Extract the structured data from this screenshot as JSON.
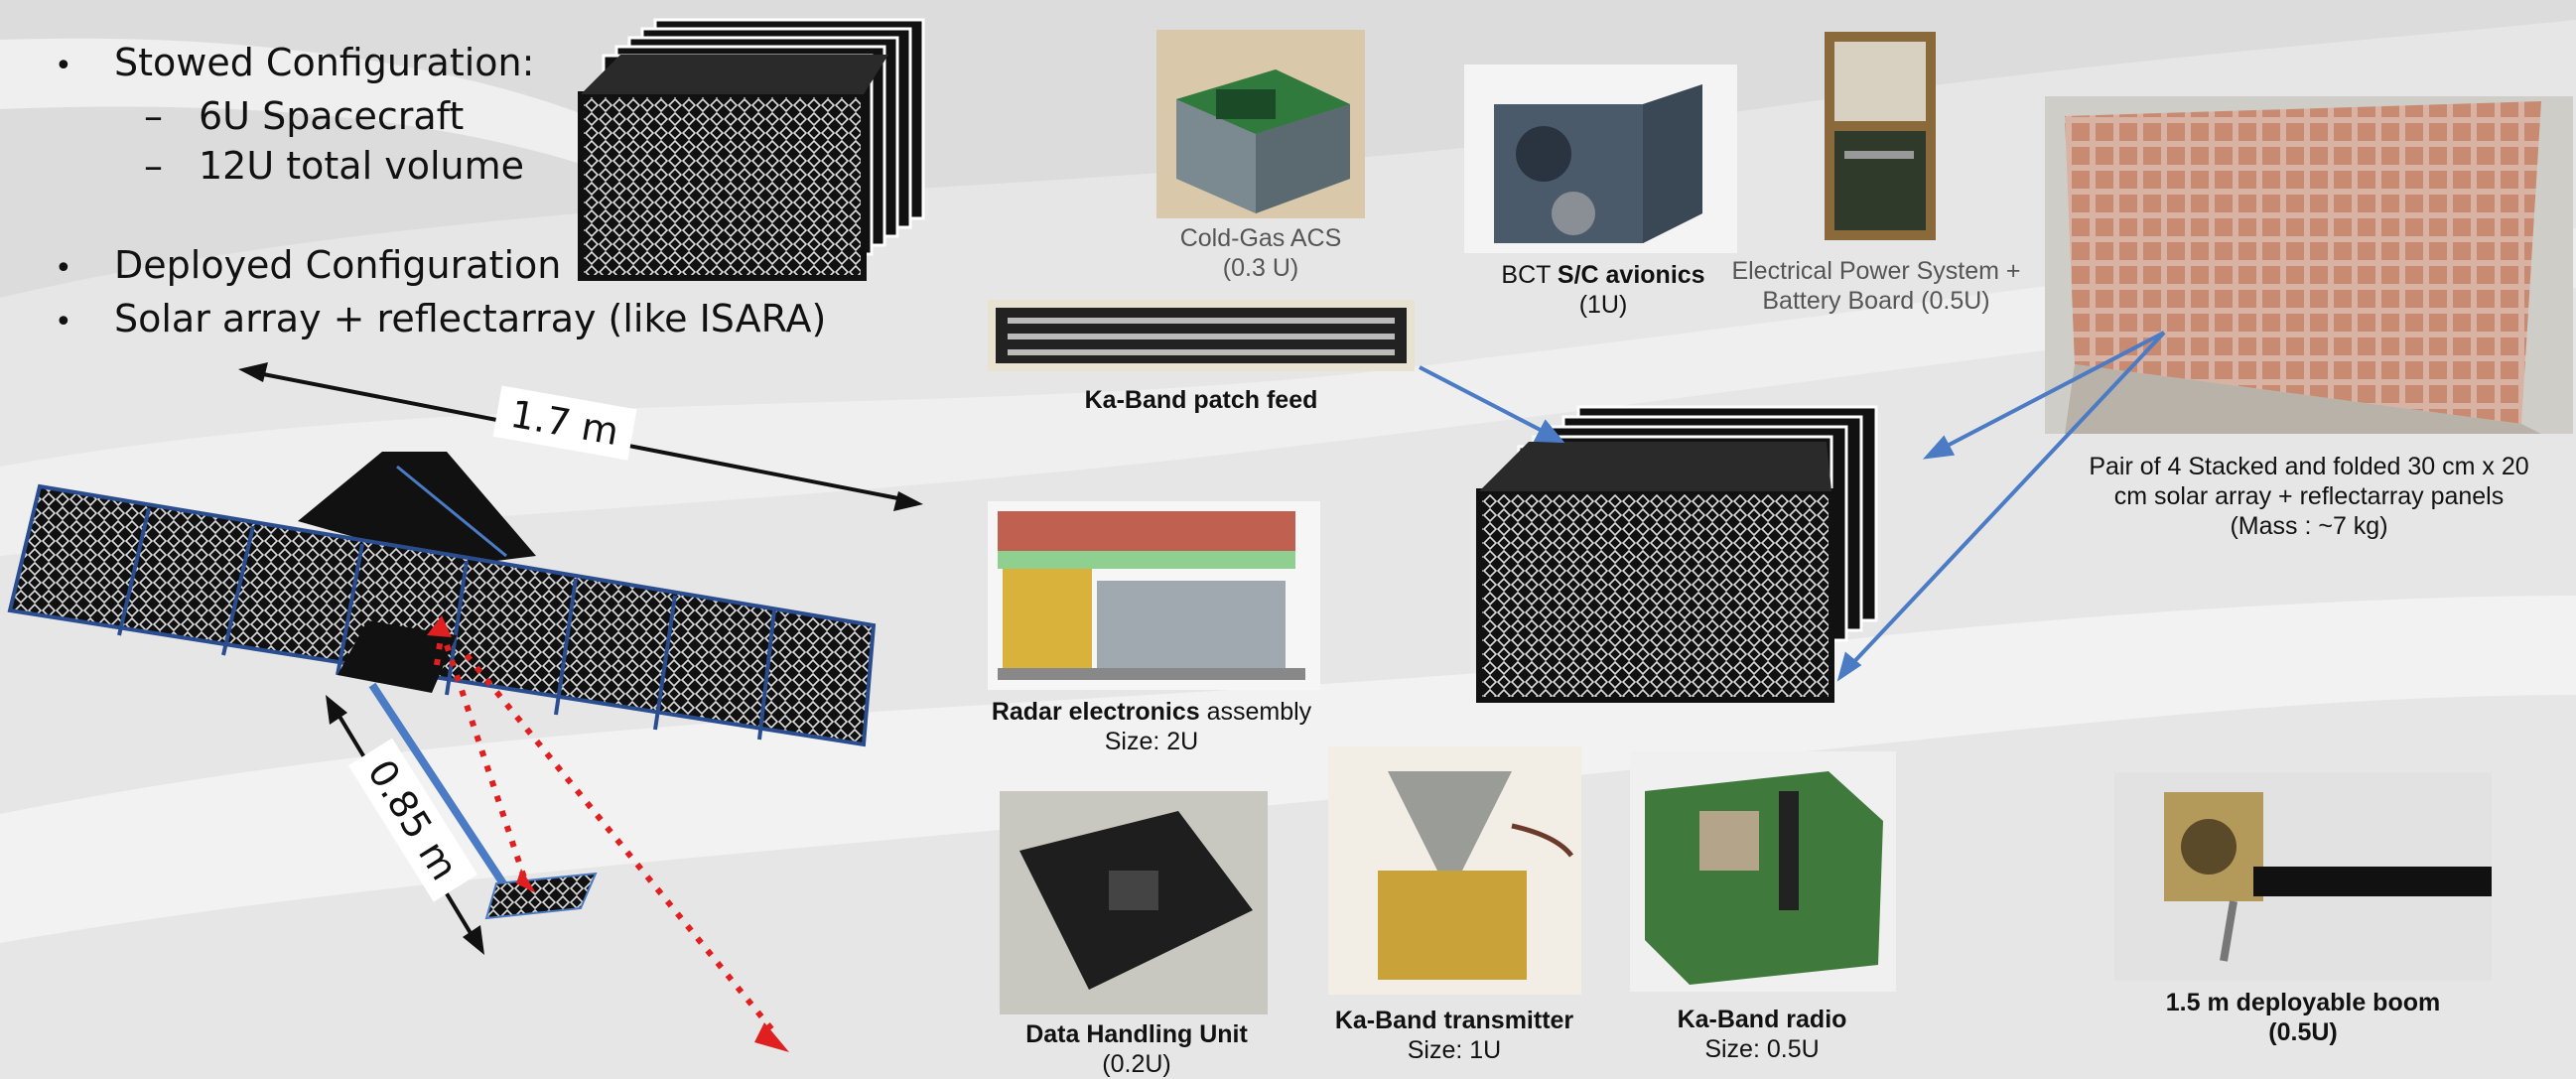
{
  "bullets": {
    "stowed": "Stowed Configuration:",
    "stowed_items": [
      "6U Spacecraft",
      "12U total volume"
    ],
    "deployed": "Deployed Configuration",
    "solar": "Solar array + reflectarray (like ISARA)"
  },
  "dimensions": {
    "width": "1.7 m",
    "boom": "0.85 m"
  },
  "components": {
    "cold_gas": {
      "name": "Cold-Gas ACS",
      "size": "(0.3 U)"
    },
    "bct": {
      "pre": "BCT ",
      "bold": "S/C avionics",
      "size": "(1U)"
    },
    "eps": {
      "line1": "Electrical Power System +",
      "line2": "Battery Board (0.5U)"
    },
    "patch_feed": {
      "name": "Ka-Band patch feed"
    },
    "solar_panels": {
      "line1": "Pair of 4 Stacked and folded 30 cm x 20",
      "line2": "cm solar array + reflectarray panels",
      "line3": "(Mass : ~7 kg)"
    },
    "radar": {
      "bold": "Radar electronics",
      "rest": " assembly",
      "size": "Size: 2U"
    },
    "dhu": {
      "name": "Data Handling Unit",
      "size": "(0.2U)"
    },
    "transmitter": {
      "name": "Ka-Band transmitter",
      "size": "Size: 1U"
    },
    "radio": {
      "name": "Ka-Band radio",
      "size": "Size: 0.5U"
    },
    "boom": {
      "name": "1.5 m deployable boom",
      "size": "(0.5U)"
    }
  },
  "colors": {
    "arrow": "#4a7bc4",
    "radar_ray": "#e02020",
    "panel_edge": "#2a4d8f"
  }
}
